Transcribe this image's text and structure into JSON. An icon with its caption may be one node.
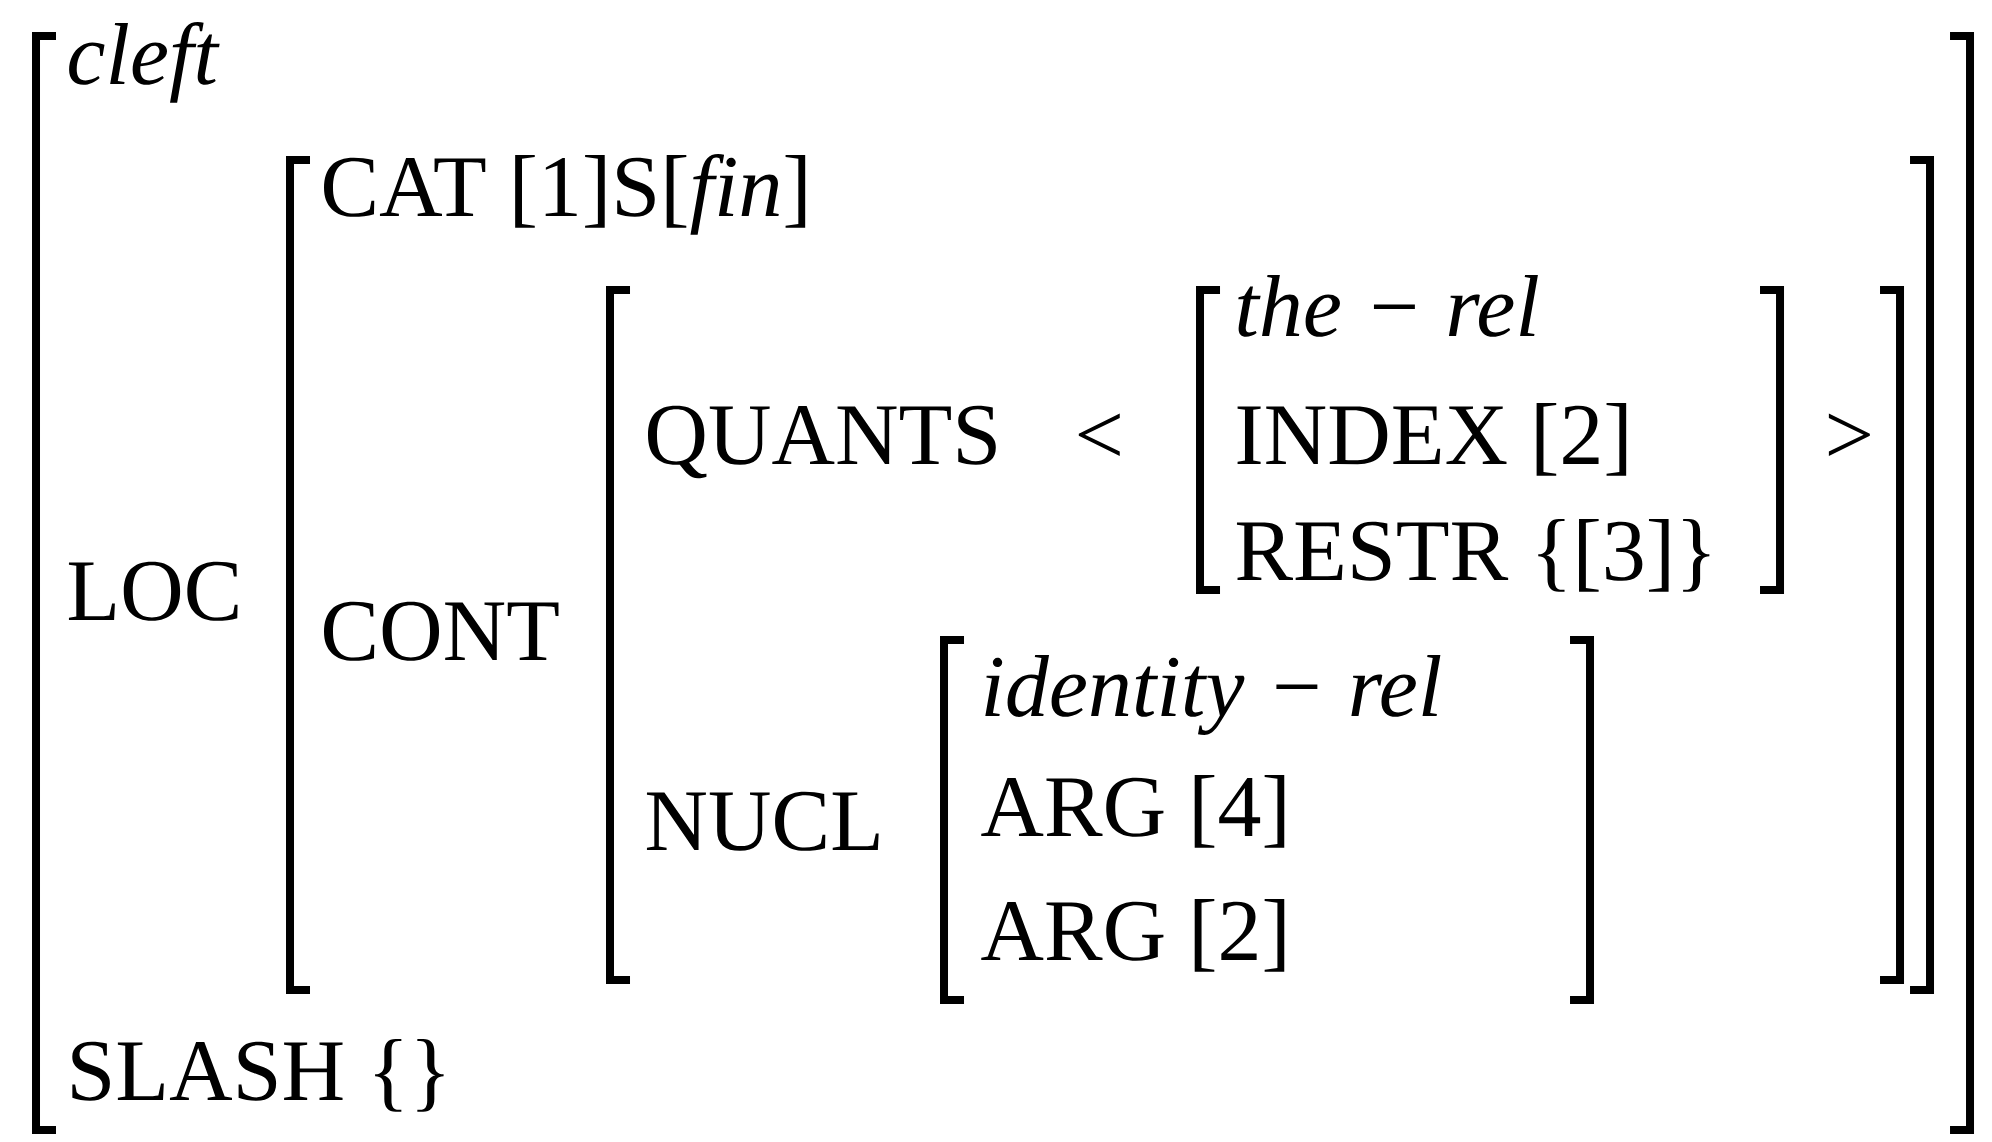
{
  "diagram": {
    "nodes": [
      {
        "text": [
          "cleft",
          "LOC",
          "SLASH {}"
        ]
      },
      {
        "text": [
          "CAT  [1]S[*fin*]",
          "CONT"
        ],
        "in": 0
      },
      {
        "text": [
          "QUANTS",
          "<",
          ">",
          "NUCL"
        ],
        "in": 1
      },
      {
        "text": [
          "the − rel",
          "INDEX [2]",
          "RESTR {[3]}"
        ],
        "in": 2
      },
      {
        "text": [
          "identity − rel",
          "ARG [4]",
          "ARG [2]"
        ],
        "in": 2
      }
    ]
  }
}
